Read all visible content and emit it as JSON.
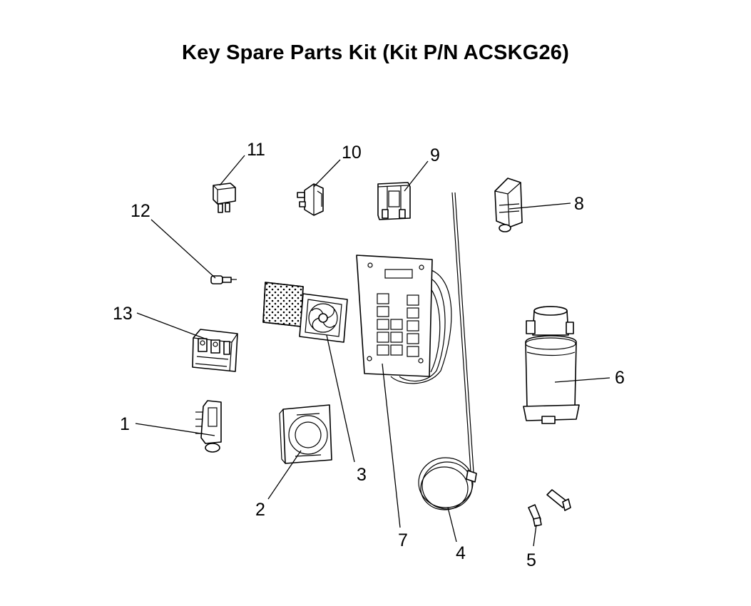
{
  "title": "Key Spare Parts Kit (Kit P/N ACSKG26)",
  "callouts": [
    "1",
    "2",
    "3",
    "4",
    "5",
    "6",
    "7",
    "8",
    "9",
    "10",
    "11",
    "12",
    "13"
  ]
}
